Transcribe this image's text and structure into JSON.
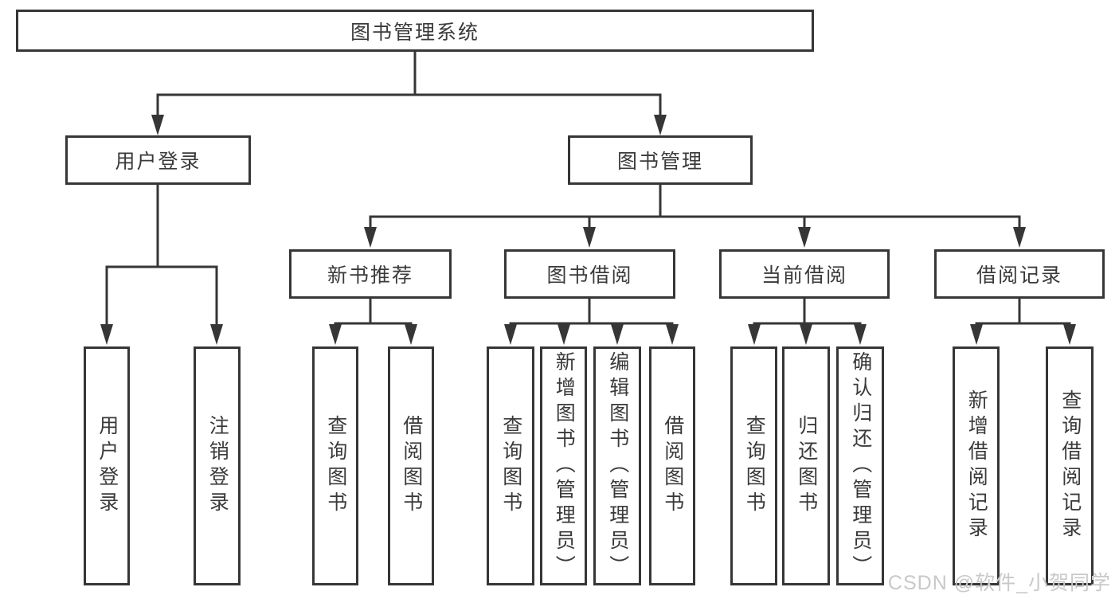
{
  "colors": {
    "line": "#363636",
    "box_border": "#363636",
    "text": "#3a3a3a",
    "watermark": "#c9c9c9",
    "background": "#ffffff"
  },
  "tree": {
    "root": {
      "label": "图书管理系统"
    },
    "branches": [
      {
        "label": "用户登录",
        "children": [
          {
            "label": "用户登录"
          },
          {
            "label": "注销登录"
          }
        ]
      },
      {
        "label": "图书管理",
        "children": [
          {
            "label": "新书推荐",
            "children": [
              {
                "label": "查询图书"
              },
              {
                "label": "借阅图书"
              }
            ]
          },
          {
            "label": "图书借阅",
            "children": [
              {
                "label": "查询图书"
              },
              {
                "label": "新增图书（管理员）"
              },
              {
                "label": "编辑图书（管理员）"
              },
              {
                "label": "借阅图书"
              }
            ]
          },
          {
            "label": "当前借阅",
            "children": [
              {
                "label": "查询图书"
              },
              {
                "label": "归还图书"
              },
              {
                "label": "确认归还（管理员）"
              }
            ]
          },
          {
            "label": "借阅记录",
            "children": [
              {
                "label": "新增借阅记录"
              },
              {
                "label": "查询借阅记录"
              }
            ]
          }
        ]
      }
    ]
  },
  "watermark": {
    "text": "CSDN @软件_小贺同学"
  }
}
